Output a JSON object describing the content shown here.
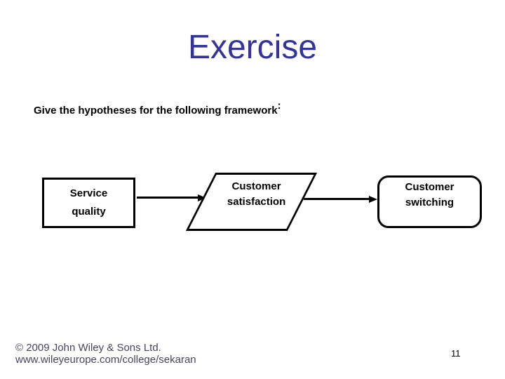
{
  "slide": {
    "title": "Exercise",
    "prompt_text": "Give the hypotheses for the following framework",
    "prompt_colon": ":",
    "page_number": "11"
  },
  "diagram": {
    "nodes": [
      {
        "id": "service-quality",
        "shape": "rectangle",
        "lines": [
          "Service",
          "quality"
        ]
      },
      {
        "id": "customer-satisfaction",
        "shape": "parallelogram",
        "lines": [
          "Customer",
          "satisfaction"
        ]
      },
      {
        "id": "customer-switching",
        "shape": "rounded-rectangle",
        "lines": [
          "Customer",
          "switching"
        ]
      }
    ],
    "edges": [
      {
        "from": "service-quality",
        "to": "customer-satisfaction"
      },
      {
        "from": "customer-satisfaction",
        "to": "customer-switching"
      }
    ]
  },
  "footer": {
    "copyright": "© 2009 John Wiley & Sons Ltd.",
    "website": "www.wileyeurope.com/college/sekaran"
  },
  "colors": {
    "title_blue": "#333399",
    "shape_border": "#000000",
    "text_black": "#000000",
    "footer_gray": "#46465a",
    "background": "#ffffff"
  }
}
